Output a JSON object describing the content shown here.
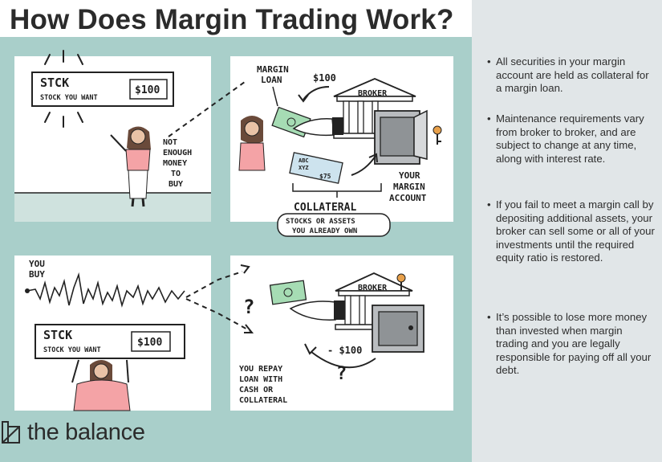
{
  "title": "How Does Margin Trading Work?",
  "panel1": {
    "stock_label": "STCK",
    "stock_sub": "STOCK YOU WANT",
    "price": "$100",
    "note_lines": [
      "NOT",
      "ENOUGH",
      "MONEY",
      "TO",
      "BUY"
    ]
  },
  "panel2": {
    "margin_loan_lines": [
      "MARGIN",
      "LOAN"
    ],
    "amount": "$100",
    "broker": "BROKER",
    "account_lines": [
      "YOUR",
      "MARGIN",
      "ACCOUNT"
    ],
    "collateral": "COLLATERAL",
    "collateral_sub_lines": [
      "STOCKS OR ASSETS",
      "YOU ALREADY OWN"
    ],
    "ticket_lines": [
      "ABC",
      "XYZ"
    ],
    "ticket_amount": "$75"
  },
  "panel3": {
    "you_buy_lines": [
      "YOU",
      "BUY"
    ],
    "stock_label": "STCK",
    "stock_sub": "STOCK YOU WANT",
    "price": "$100"
  },
  "panel4": {
    "question": "?",
    "broker": "BROKER",
    "minus_amount": "- $100",
    "question2": "?",
    "repay_lines": [
      "YOU REPAY",
      "LOAN WITH",
      "CASH OR",
      "COLLATERAL"
    ]
  },
  "bullets": [
    "All securities in your margin account are held as collateral for a margin loan.",
    "Maintenance requirements vary from broker to broker, and are subject to change at any time, along with interest rate.",
    "If you fail to meet a margin call by depositing additional assets, your broker can sell some or all of your investments until the required equity ratio is restored.",
    "It’s possible to lose more money than invested when margin trading and you are legally responsible for paying off all your debt."
  ],
  "brand": "the balance",
  "colors": {
    "teal": "#a9cfca",
    "sidebar": "#e1e6e8",
    "pink": "#f4a3a6",
    "money_green": "#a6dcb4",
    "ticket_blue": "#cde3ee",
    "key_orange": "#e8a04a",
    "safe_gray": "#b9bcbf"
  }
}
